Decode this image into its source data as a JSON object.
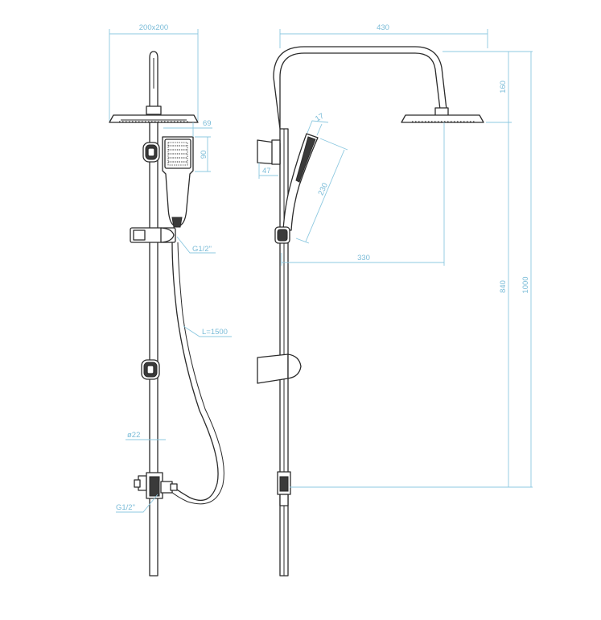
{
  "colors": {
    "outline": "#2b2b2b",
    "dimension": "#8cc8e0",
    "dimension_text": "#7bbcd8"
  },
  "dimensions": {
    "head_size": "200x200",
    "handset_width": "69",
    "handset_height": "90",
    "hose_connection_upper": "G1/2\"",
    "hose_length": "L=1500",
    "rail_diameter": "ø22",
    "inlet_connection": "G1/2\"",
    "arm_length": "430",
    "arm_drop": "160",
    "handset_thickness": "17",
    "holder_depth": "47",
    "handset_length": "230",
    "head_projection": "330",
    "head_height": "840",
    "total_height": "1000"
  }
}
